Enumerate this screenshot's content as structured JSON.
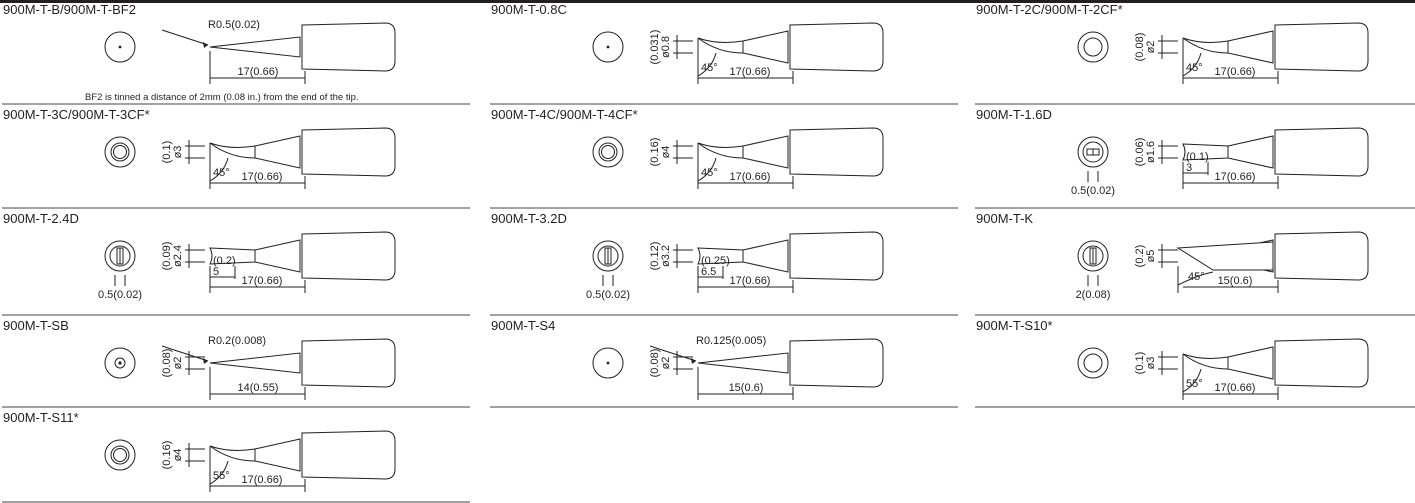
{
  "tips": [
    {
      "title": "900M-T-B/900M-T-BF2",
      "radius": "R0.5(0.02)",
      "length": "17(0.66)",
      "note": "BF2 is tinned a distance of 2mm (0.08 in.) from the end of the tip."
    },
    {
      "title": "900M-T-0.8C",
      "dia": "ø0.8",
      "dia_in": "(0.031)",
      "angle": "45°",
      "length": "17(0.66)"
    },
    {
      "title": "900M-T-2C/900M-T-2CF*",
      "dia": "ø2",
      "dia_in": "(0.08)",
      "angle": "45°",
      "length": "17(0.66)"
    },
    {
      "title": "900M-T-3C/900M-T-3CF*",
      "dia": "ø3",
      "dia_in": "(0.1)",
      "angle": "45°",
      "length": "17(0.66)"
    },
    {
      "title": "900M-T-4C/900M-T-4CF*",
      "dia": "ø4",
      "dia_in": "(0.16)",
      "angle": "45°",
      "length": "17(0.66)"
    },
    {
      "title": "900M-T-1.6D",
      "dia": "ø1.6",
      "dia_in": "(0.06)",
      "thick": "0.5(0.02)",
      "tip_len": "3",
      "tip_len_in": "(0.1)",
      "length": "17(0.66)"
    },
    {
      "title": "900M-T-2.4D",
      "dia": "ø2.4",
      "dia_in": "(0.09)",
      "thick": "0.5(0.02)",
      "tip_len": "5",
      "tip_len_in": "(0.2)",
      "length": "17(0.66)"
    },
    {
      "title": "900M-T-3.2D",
      "dia": "ø3.2",
      "dia_in": "(0.12)",
      "thick": "0.5(0.02)",
      "tip_len": "6.5",
      "tip_len_in": "(0.25)",
      "length": "17(0.66)"
    },
    {
      "title": "900M-T-K",
      "dia": "ø5",
      "dia_in": "(0.2)",
      "thick": "2(0.08)",
      "angle": "45°",
      "length": "15(0.6)"
    },
    {
      "title": "900M-T-SB",
      "radius": "R0.2(0.008)",
      "dia": "ø2",
      "dia_in": "(0.08)",
      "length": "14(0.55)"
    },
    {
      "title": "900M-T-S4",
      "radius": "R0.125(0.005)",
      "dia": "ø2",
      "dia_in": "(0.08)",
      "length": "15(0.6)"
    },
    {
      "title": "900M-T-S10*",
      "dia": "ø3",
      "dia_in": "(0.1)",
      "angle": "55°",
      "length": "17(0.66)"
    },
    {
      "title": "900M-T-S11*",
      "dia": "ø4",
      "dia_in": "(0.16)",
      "angle": "55°",
      "length": "17(0.66)"
    }
  ]
}
